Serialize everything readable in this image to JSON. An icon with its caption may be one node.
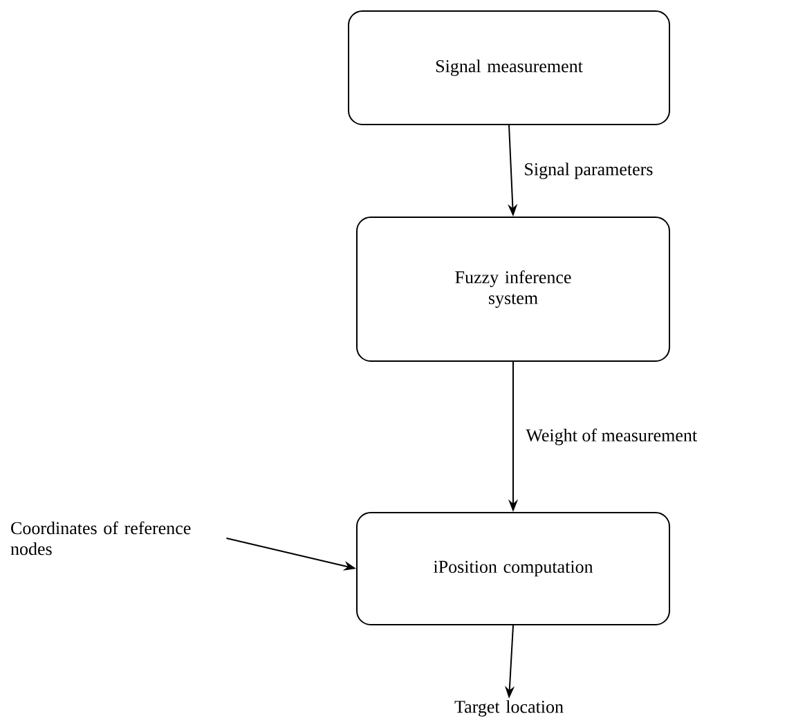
{
  "diagram": {
    "nodes": [
      {
        "text": [
          "Signal measurement"
        ]
      },
      {
        "text": [
          "Fuzzy inference system"
        ]
      },
      {
        "text": [
          "iPosition computation"
        ]
      },
      {
        "text": [
          "Coordinates of reference nodes"
        ]
      },
      {
        "text": [
          "Target location"
        ]
      }
    ],
    "edges": [
      {
        "from": 0,
        "to": 1,
        "arrow": "to",
        "label": "Signal parameters"
      },
      {
        "from": 1,
        "to": 2,
        "arrow": "to",
        "label": "Weight of measurement"
      },
      {
        "from": 3,
        "to": 2,
        "arrow": "to"
      },
      {
        "from": 2,
        "to": 4,
        "arrow": "to"
      }
    ]
  }
}
